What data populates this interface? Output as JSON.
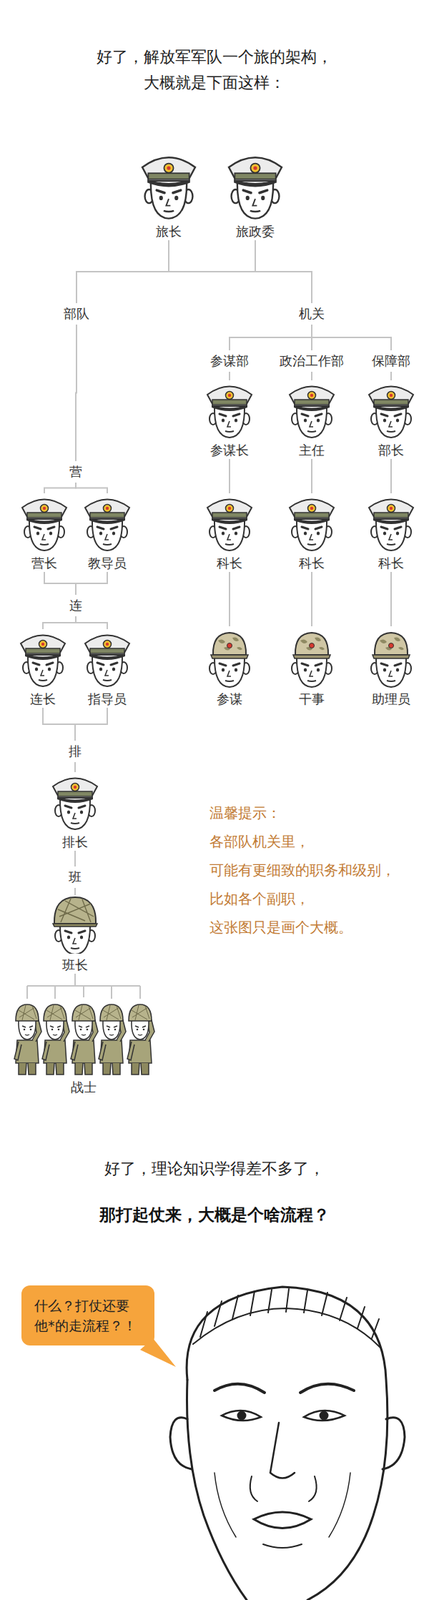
{
  "diagram": {
    "title": "好了，解放军军队一个旅的架构， 大概就是下面这样：",
    "nodes": [
      {
        "text": [
          "旅长"
        ]
      },
      {
        "text": [
          "旅政委"
        ]
      },
      {
        "text": [
          "部队"
        ]
      },
      {
        "text": [
          "机关"
        ]
      },
      {
        "text": [
          "参谋部"
        ]
      },
      {
        "text": [
          "政治工作部"
        ]
      },
      {
        "text": [
          "保障部"
        ]
      },
      {
        "text": [
          "参谋长"
        ]
      },
      {
        "text": [
          "主任"
        ]
      },
      {
        "text": [
          "部长"
        ]
      },
      {
        "text": [
          "营"
        ]
      },
      {
        "text": [
          "营长"
        ]
      },
      {
        "text": [
          "教导员"
        ]
      },
      {
        "text": [
          "科长"
        ]
      },
      {
        "text": [
          "科长"
        ]
      },
      {
        "text": [
          "科长"
        ]
      },
      {
        "text": [
          "连"
        ]
      },
      {
        "text": [
          "连长"
        ]
      },
      {
        "text": [
          "指导员"
        ]
      },
      {
        "text": [
          "参谋"
        ]
      },
      {
        "text": [
          "干事"
        ]
      },
      {
        "text": [
          "助理员"
        ]
      },
      {
        "text": [
          "排"
        ]
      },
      {
        "text": [
          "排长"
        ]
      },
      {
        "text": [
          "班"
        ]
      },
      {
        "text": [
          "班长"
        ]
      },
      {
        "text": [
          "战士"
        ]
      },
      {
        "text": [
          "什么？打仗还要 他*的走流程？！"
        ]
      }
    ],
    "edges": [
      {
        "from": 0,
        "to": 2,
        "arrow": "none"
      },
      {
        "from": 0,
        "to": 3,
        "arrow": "none"
      },
      {
        "from": 1,
        "to": 2,
        "arrow": "none"
      },
      {
        "from": 1,
        "to": 3,
        "arrow": "none"
      },
      {
        "from": 3,
        "to": 4,
        "arrow": "none"
      },
      {
        "from": 3,
        "to": 5,
        "arrow": "none"
      },
      {
        "from": 3,
        "to": 6,
        "arrow": "none"
      },
      {
        "from": 4,
        "to": 7,
        "arrow": "none"
      },
      {
        "from": 5,
        "to": 8,
        "arrow": "none"
      },
      {
        "from": 6,
        "to": 9,
        "arrow": "none"
      },
      {
        "from": 7,
        "to": 13,
        "arrow": "none"
      },
      {
        "from": 8,
        "to": 14,
        "arrow": "none"
      },
      {
        "from": 9,
        "to": 15,
        "arrow": "none"
      },
      {
        "from": 13,
        "to": 19,
        "arrow": "none"
      },
      {
        "from": 14,
        "to": 20,
        "arrow": "none"
      },
      {
        "from": 15,
        "to": 21,
        "arrow": "none"
      },
      {
        "from": 2,
        "to": 10,
        "arrow": "none"
      },
      {
        "from": 10,
        "to": 11,
        "arrow": "none"
      },
      {
        "from": 10,
        "to": 12,
        "arrow": "none"
      },
      {
        "from": 11,
        "to": 16,
        "arrow": "none"
      },
      {
        "from": 12,
        "to": 16,
        "arrow": "none"
      },
      {
        "from": 16,
        "to": 17,
        "arrow": "none"
      },
      {
        "from": 16,
        "to": 18,
        "arrow": "none"
      },
      {
        "from": 17,
        "to": 22,
        "arrow": "none"
      },
      {
        "from": 18,
        "to": 22,
        "arrow": "none"
      },
      {
        "from": 22,
        "to": 23,
        "arrow": "none"
      },
      {
        "from": 23,
        "to": 24,
        "arrow": "none"
      },
      {
        "from": 24,
        "to": 25,
        "arrow": "none"
      },
      {
        "from": 25,
        "to": 26,
        "arrow": "none"
      }
    ],
    "labels": [
      "温馨提示：",
      "各部队机关里，",
      "可能有更细致的职务和级别，",
      "比如各个副职，",
      "这张图只是画个大概。",
      "好了，理论知识学得差不多了，",
      "那打起仗来，大概是个啥流程？"
    ]
  }
}
